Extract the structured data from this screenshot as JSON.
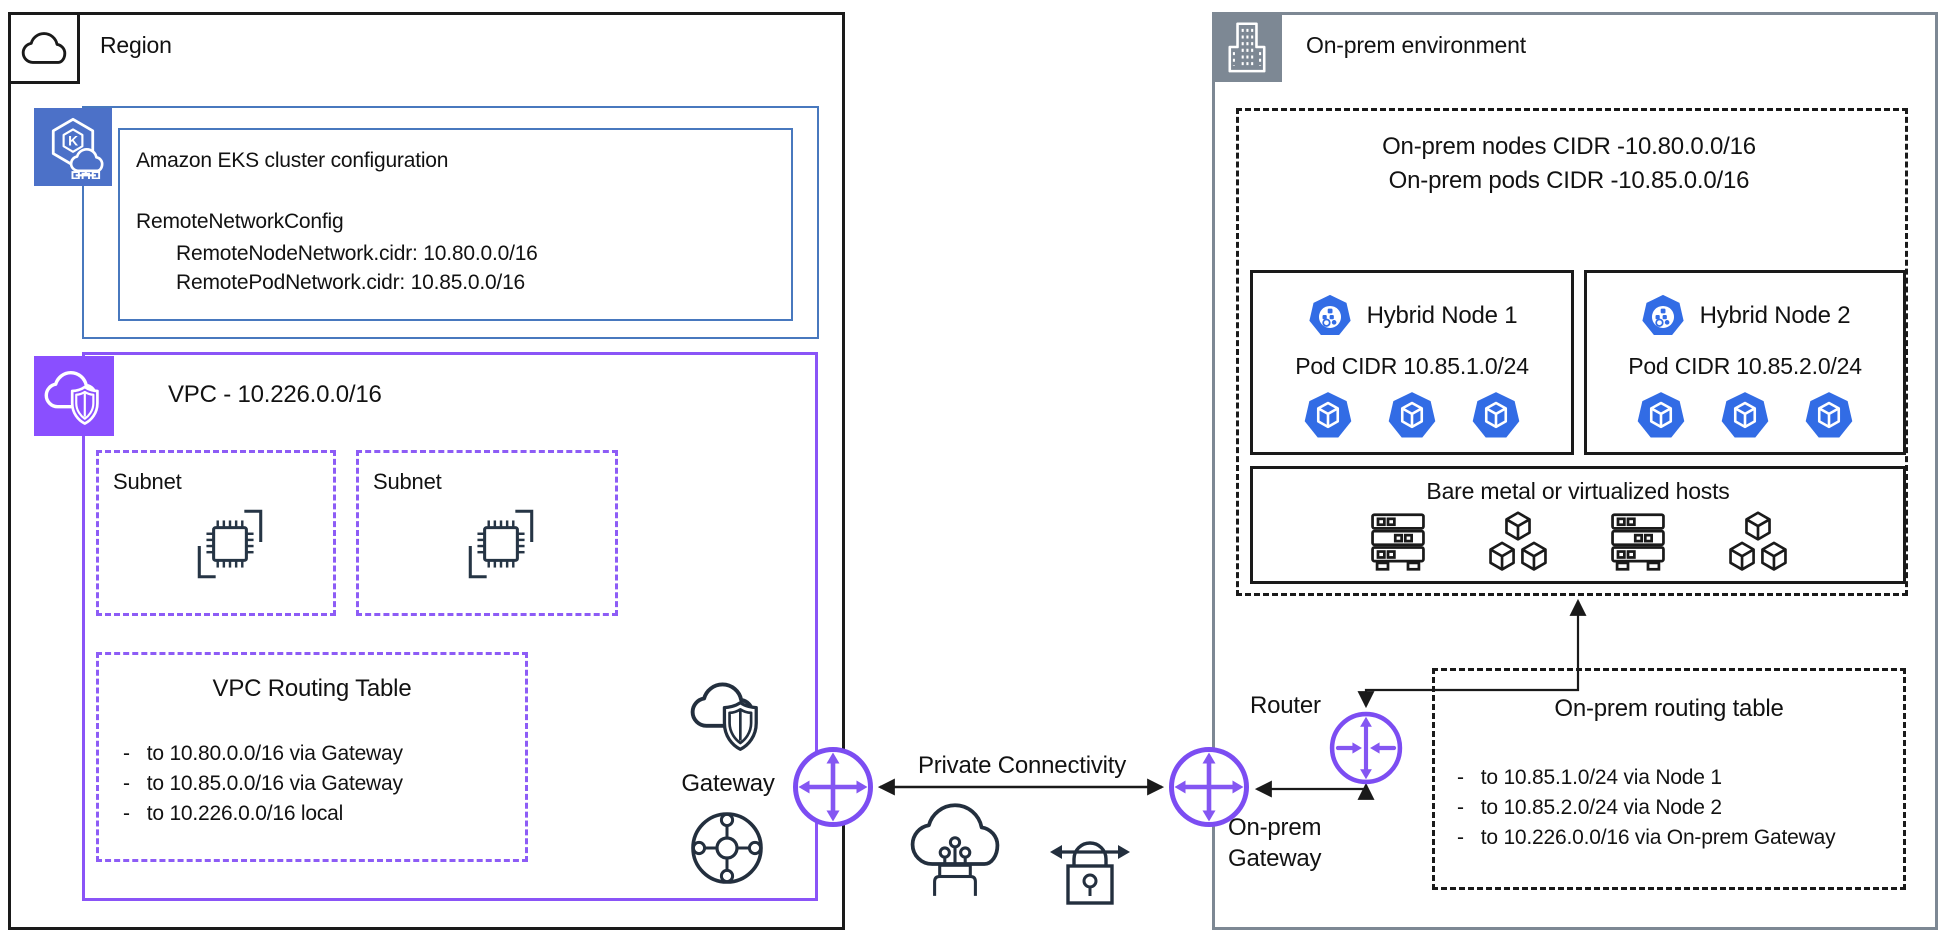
{
  "region": {
    "label": "Region",
    "eks_config": {
      "title": "Amazon EKS cluster configuration",
      "block_name": "RemoteNetworkConfig",
      "entries": [
        "RemoteNodeNetwork.cidr: 10.80.0.0/16",
        "RemotePodNetwork.cidr: 10.85.0.0/16"
      ]
    },
    "vpc": {
      "label": "VPC - 10.226.0.0/16",
      "subnet1_label": "Subnet",
      "subnet2_label": "Subnet",
      "routing_table": {
        "title": "VPC Routing Table",
        "routes": [
          "-   to 10.80.0.0/16 via Gateway",
          "-   to 10.85.0.0/16 via Gateway",
          "-   to 10.226.0.0/16 local"
        ]
      },
      "gateway_label": "Gateway"
    }
  },
  "connection": {
    "label": "Private Connectivity"
  },
  "onprem": {
    "label": "On-prem environment",
    "cidr_lines": [
      "On-prem nodes CIDR -10.80.0.0/16",
      "On-prem pods CIDR -10.85.0.0/16"
    ],
    "node1": {
      "name": "Hybrid Node 1",
      "pod_cidr": "Pod CIDR 10.85.1.0/24",
      "pod_count": 3
    },
    "node2": {
      "name": "Hybrid Node 2",
      "pod_cidr": "Pod CIDR 10.85.2.0/24",
      "pod_count": 3
    },
    "hosts_label": "Bare metal or virtualized hosts",
    "router_label": "Router",
    "gateway_label_line1": "On-prem",
    "gateway_label_line2": "Gateway",
    "routing_table": {
      "title": "On-prem routing table",
      "routes": [
        "-   to 10.85.1.0/24 via Node 1",
        "-   to 10.85.2.0/24 via Node 2",
        "-   to 10.226.0.0/16 via On-prem Gateway"
      ]
    }
  },
  "icons": {
    "region": "aws-region-cloud-icon",
    "eks": "eks-kubernetes-hybrid-icon",
    "vpc": "vpc-cloud-shield-icon",
    "subnet": "instance-chip-icon",
    "gateway_cloud": "cloud-shield-icon",
    "gateway_hub": "network-hub-icon",
    "transit_gateway": "gateway-cross-arrows-icon",
    "direct_connect": "direct-connect-cloud-icon",
    "vpn": "vpn-lock-icon",
    "onprem": "building-icon",
    "hybrid_node": "kubernetes-node-icon",
    "pod": "kubernetes-pod-icon",
    "server": "server-rack-icon",
    "cubes": "cubes-cluster-icon",
    "router": "router-icon"
  },
  "colors": {
    "blue_border": "#4878BE",
    "eks_icon_bg": "#4C71C8",
    "vpc_purple_border": "#8A54F7",
    "vpc_icon_bg": "#8A4FFF",
    "gateway_purple": "#7C4DF2",
    "onprem_gray": "#7D8894",
    "dark_outline": "#232F3E",
    "k8s_blue": "#326CE5",
    "black": "#1a1a1a"
  }
}
